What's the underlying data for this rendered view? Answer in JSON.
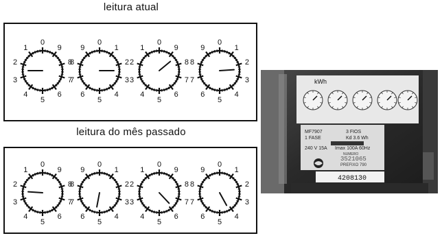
{
  "panels": [
    {
      "title": "leitura atual",
      "dials": [
        {
          "direction": "ccw",
          "hand_value": 2.5
        },
        {
          "direction": "cw",
          "hand_value": 2.5
        },
        {
          "direction": "ccw",
          "hand_value": 8.6
        },
        {
          "direction": "cw",
          "hand_value": 2.4
        }
      ]
    },
    {
      "title": "leitura do mês passado",
      "dials": [
        {
          "direction": "ccw",
          "hand_value": 2.4
        },
        {
          "direction": "cw",
          "hand_value": 5.3
        },
        {
          "direction": "ccw",
          "hand_value": 6.2
        },
        {
          "direction": "cw",
          "hand_value": 4.2
        }
      ]
    }
  ],
  "dial_numbers_ccw": [
    "0",
    "1",
    "2",
    "3",
    "4",
    "5",
    "6",
    "7",
    "8",
    "9"
  ],
  "dial_numbers_cw": [
    "0",
    "1",
    "2",
    "3",
    "4",
    "5",
    "6",
    "7",
    "8",
    "9"
  ],
  "photo": {
    "unit_label": "kWh",
    "plate_lines": [
      "MF7907",
      "3 FIOS",
      "1 FASE",
      "Kd 3.6 Wh",
      "240 V  15A",
      "Imax 100A  60Hz"
    ],
    "serial_label": "NUMERO",
    "serial_number": "3521065",
    "prefix_label": "PREFIXO  790",
    "code": "4208130"
  }
}
